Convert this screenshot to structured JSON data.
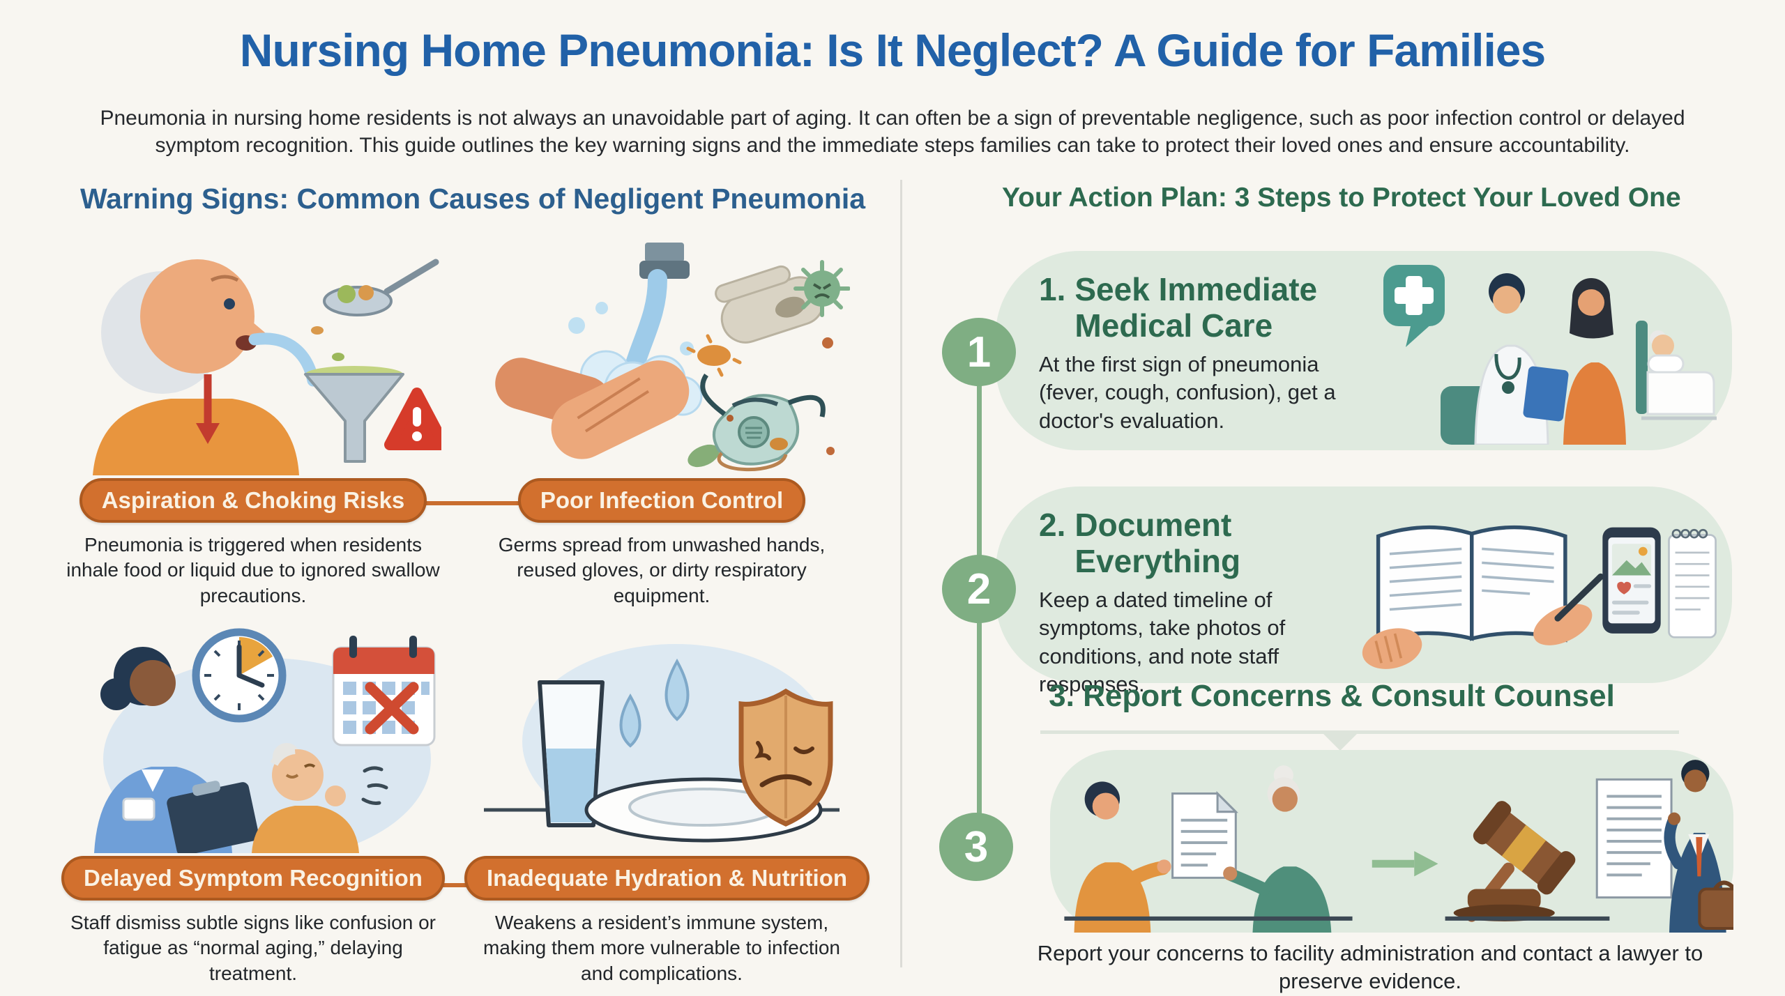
{
  "page": {
    "title": "Nursing Home Pneumonia: Is It Neglect? A Guide for Families",
    "subtitle": "Pneumonia in nursing home residents is not always an unavoidable part of aging. It can often be a sign of preventable negligence, such as poor infection control or delayed symptom recognition. This guide outlines the key warning signs and the immediate steps families can take to protect their loved ones and ensure accountability."
  },
  "warning_section": {
    "header": "Warning Signs: Common Causes of Negligent Pneumonia",
    "items": [
      {
        "title": "Aspiration & Choking Risks",
        "description": "Pneumonia is triggered when residents inhale food or liquid due to ignored swallow precautions.",
        "illustration": "elderly-man-aspiration-funnel-warning"
      },
      {
        "title": "Poor Infection Control",
        "description": "Germs spread from unwashed hands, reused gloves, or dirty respiratory equipment.",
        "illustration": "handwashing-dirty-glove-germs-mask"
      },
      {
        "title": "Delayed Symptom Recognition",
        "description": "Staff dismiss subtle signs like confusion or fatigue as “normal aging,” delaying treatment.",
        "illustration": "nurse-clock-calendar-coughing-resident"
      },
      {
        "title": "Inadequate Hydration & Nutrition",
        "description": "Weakens a resident’s immune system, making them more vulnerable to infection and complications.",
        "illustration": "water-glass-drops-empty-plate-shield"
      }
    ]
  },
  "action_section": {
    "header": "Your Action Plan: 3 Steps to Protect Your Loved One",
    "steps": [
      {
        "number": "1",
        "num_label": "1.",
        "title": "Seek Immediate Medical Care",
        "description": "At the first sign of pneumonia (fever, cough, confusion), get a doctor's evaluation.",
        "illustration": "doctor-family-bedside"
      },
      {
        "number": "2",
        "num_label": "2.",
        "title": "Document Everything",
        "description": "Keep a dated timeline of symptoms, take photos of conditions, and note staff responses.",
        "illustration": "notebook-writing-phone-notepad"
      },
      {
        "number": "3",
        "num_label": "3.",
        "title": "Report Concerns & Consult Counsel",
        "description": "Report your concerns to facility administration and contact a lawyer to preserve evidence.",
        "illustration": "report-documents-gavel-lawyer"
      }
    ]
  },
  "colors": {
    "title_blue": "#2161a8",
    "section_blue": "#2c5f8e",
    "section_green": "#2d6a4f",
    "pill_orange": "#d2702e",
    "pill_border": "#ad5a20",
    "timeline_green": "#7fae83",
    "panel_green": "#dfeadf",
    "background": "#f8f6f1"
  }
}
